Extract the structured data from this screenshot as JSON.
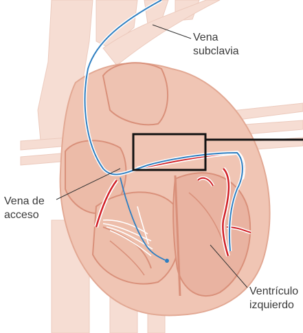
{
  "labels": {
    "subclavian_vein": "Vena\nsubclavia",
    "access_vein": "Vena de\nacceso",
    "left_ventricle": "Ventrículo\nizquierdo"
  },
  "colors": {
    "vessel_light": "#f6ddd3",
    "vessel_mid": "#f0c9ba",
    "heart_fill": "#f0c5b4",
    "heart_dark": "#e9b3a1",
    "muscle_line": "#d9907a",
    "catheter_blue": "#2f7fc1",
    "artery_red": "#d11f26",
    "leader_line": "#333333",
    "zoom_box": "#111111"
  }
}
